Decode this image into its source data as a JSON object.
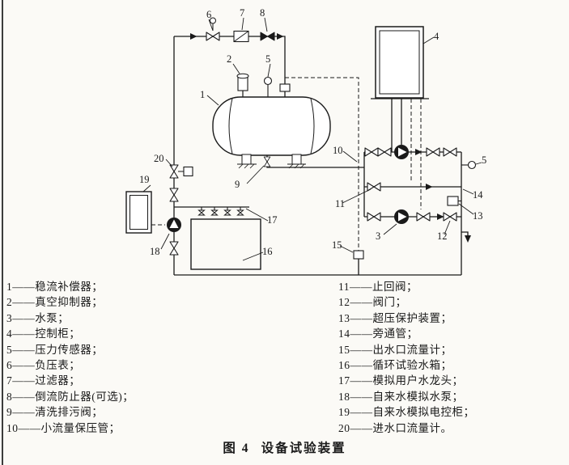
{
  "caption": {
    "fig": "图 4",
    "title": "设备试验装置"
  },
  "legend": {
    "left": [
      "1——稳流补偿器；",
      "2——真空抑制器；",
      "3——水泵；",
      "4——控制柜；",
      "5——压力传感器；",
      "6——负压表；",
      "7——过滤器；",
      "8——倒流防止器(可选)；",
      "9——清洗排污阀；",
      "10——小流量保压管；"
    ],
    "right": [
      "11——止回阀；",
      "12——阀门；",
      "13——超压保护装置；",
      "14——旁通管；",
      "15——出水口流量计；",
      "16——循环试验水箱；",
      "17——模拟用户水龙头；",
      "18——自来水模拟水泵；",
      "19——自来水模拟电控柜；",
      "20——进水口流量计。"
    ]
  },
  "diagram": {
    "labels": {
      "n1": "1",
      "n2": "2",
      "n3": "3",
      "n4": "4",
      "n5a": "5",
      "n5b": "5",
      "n6": "6",
      "n7": "7",
      "n8": "8",
      "n9": "9",
      "n10": "10",
      "n11": "11",
      "n12": "12",
      "n13": "13",
      "n14": "14",
      "n15": "15",
      "n16": "16",
      "n17": "17",
      "n18": "18",
      "n19": "19",
      "n20": "20"
    }
  }
}
